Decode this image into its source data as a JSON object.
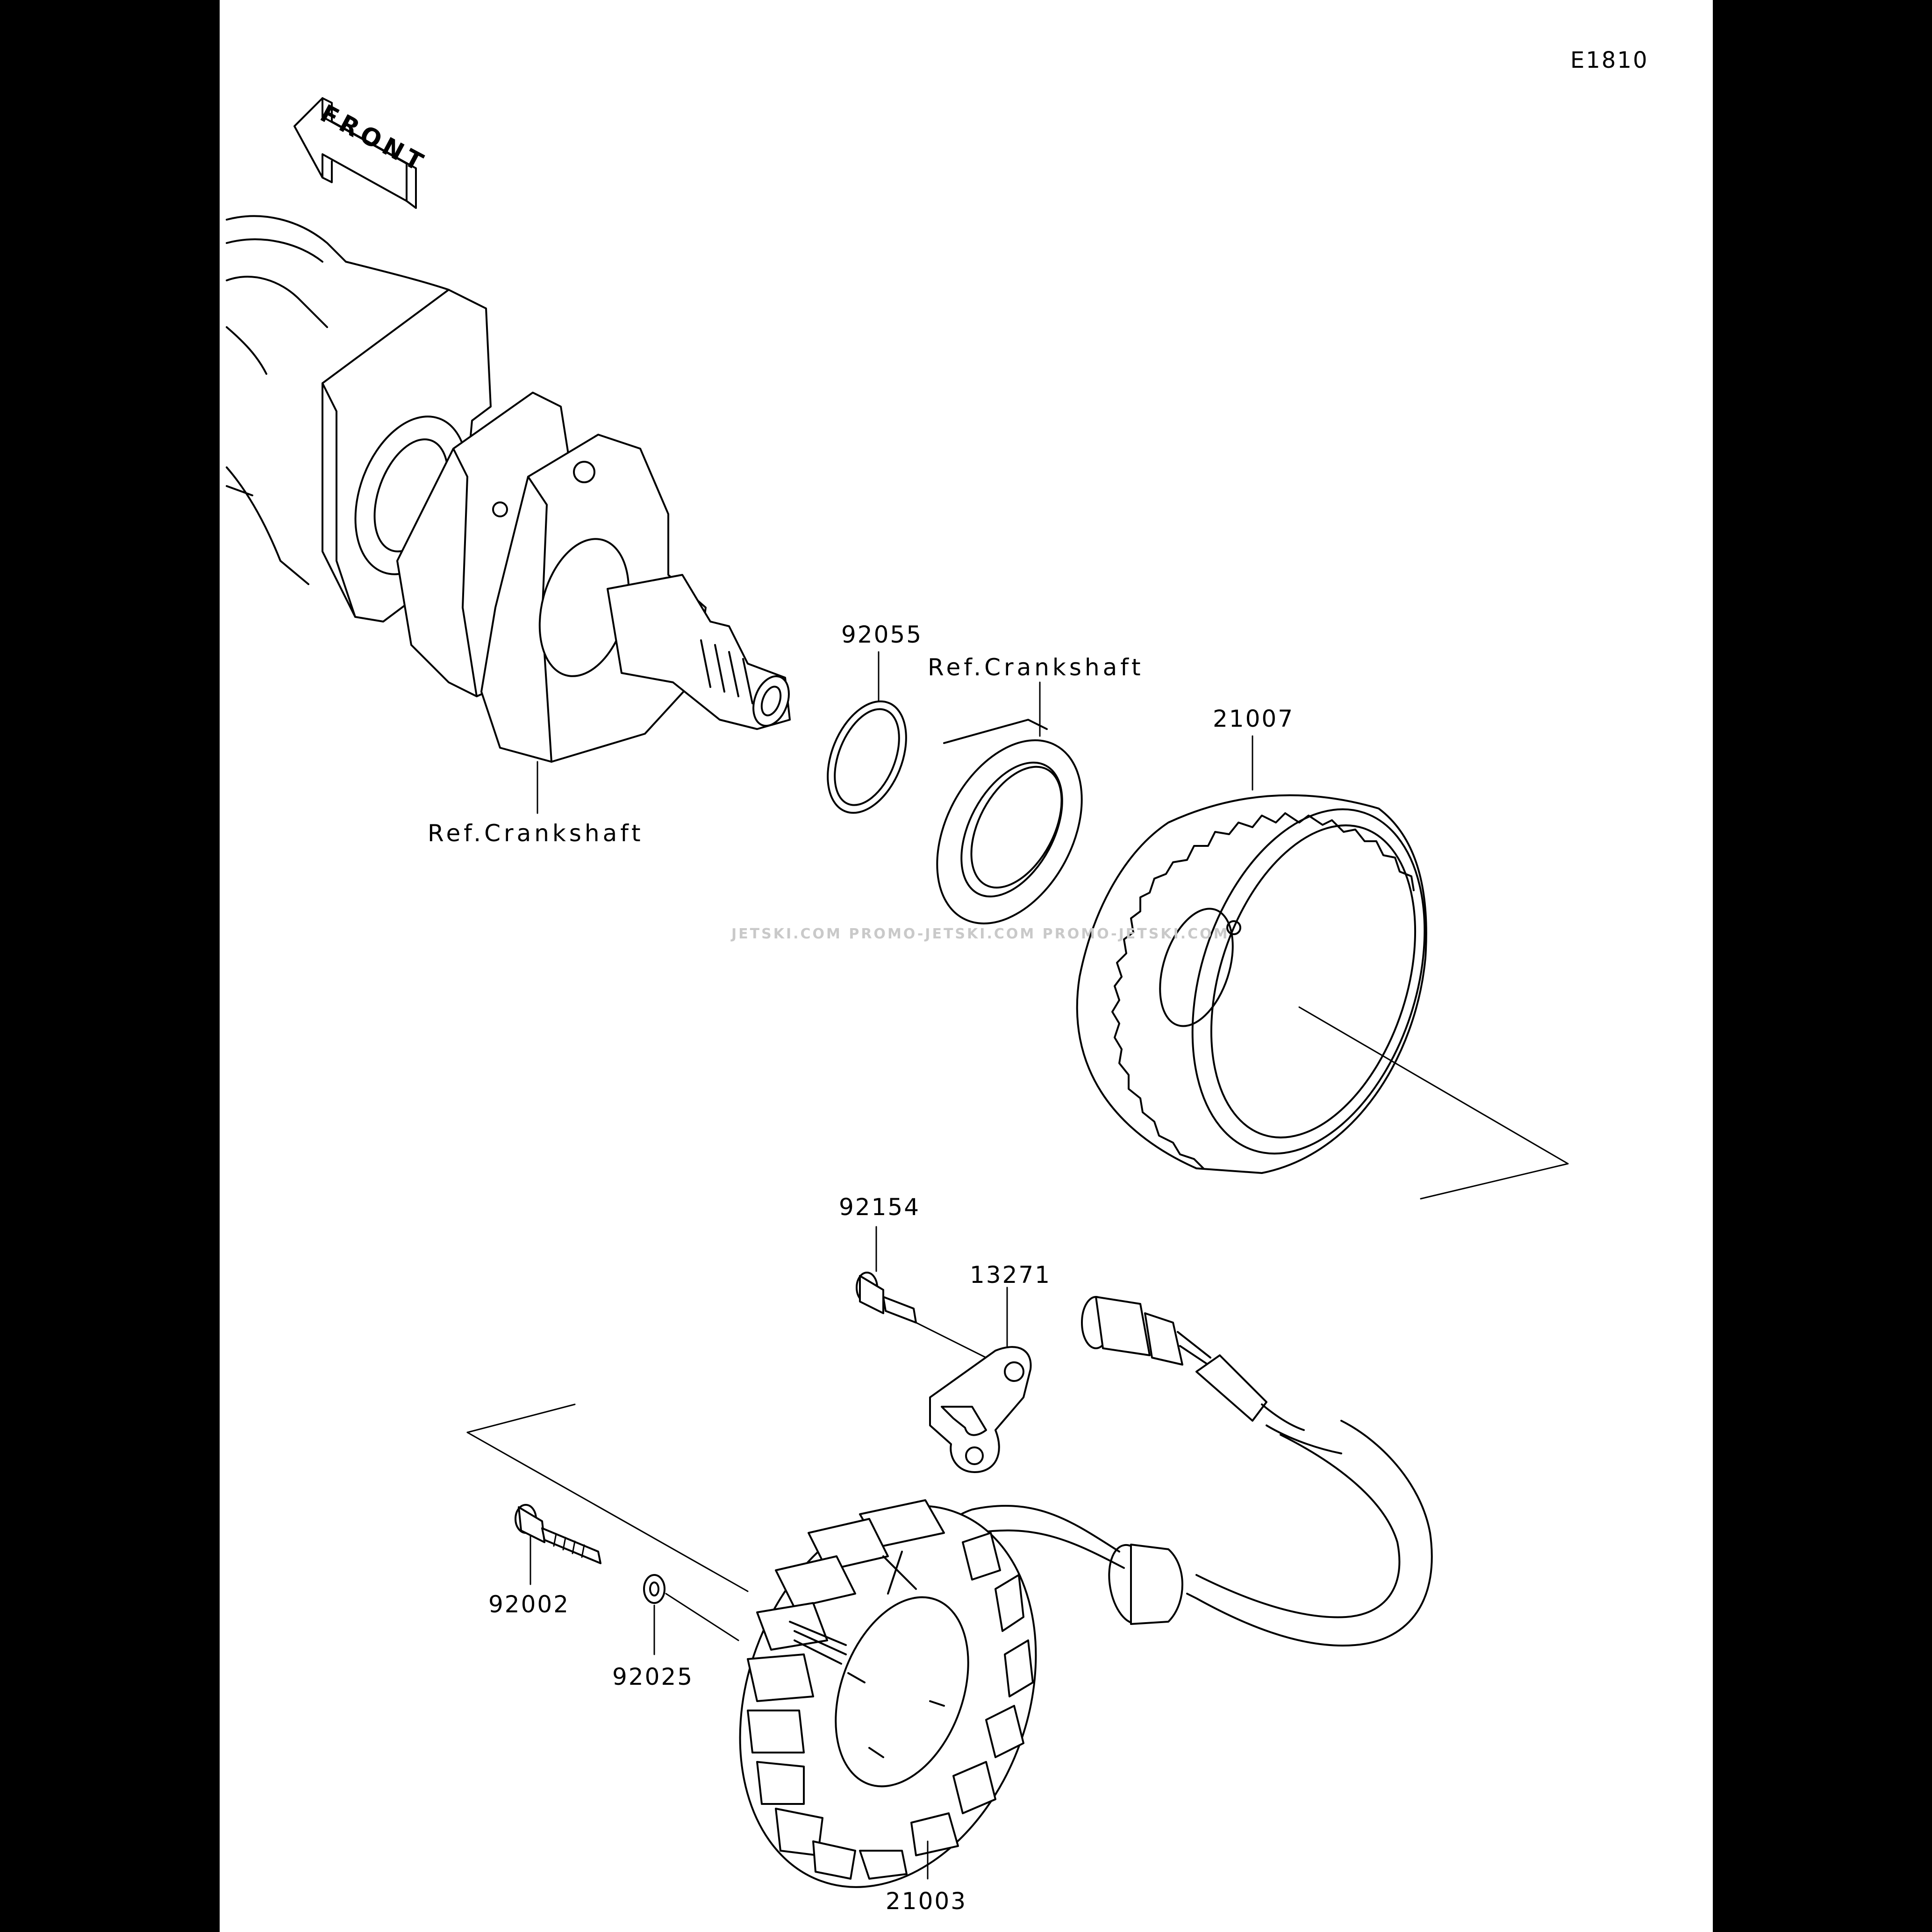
{
  "diagram": {
    "id": "E1810",
    "front_label": "FRONT",
    "watermark": "JETSKI.COM  PROMO-JETSKI.COM  PROMO-JETSKI.COM"
  },
  "parts": [
    {
      "number": "92055"
    },
    {
      "number": "21007"
    },
    {
      "number": "92154"
    },
    {
      "number": "13271"
    },
    {
      "number": "92002"
    },
    {
      "number": "92025"
    },
    {
      "number": "21003"
    }
  ],
  "references": [
    {
      "text": "Ref.Crankshaft"
    },
    {
      "text": "Ref.Crankshaft"
    }
  ]
}
